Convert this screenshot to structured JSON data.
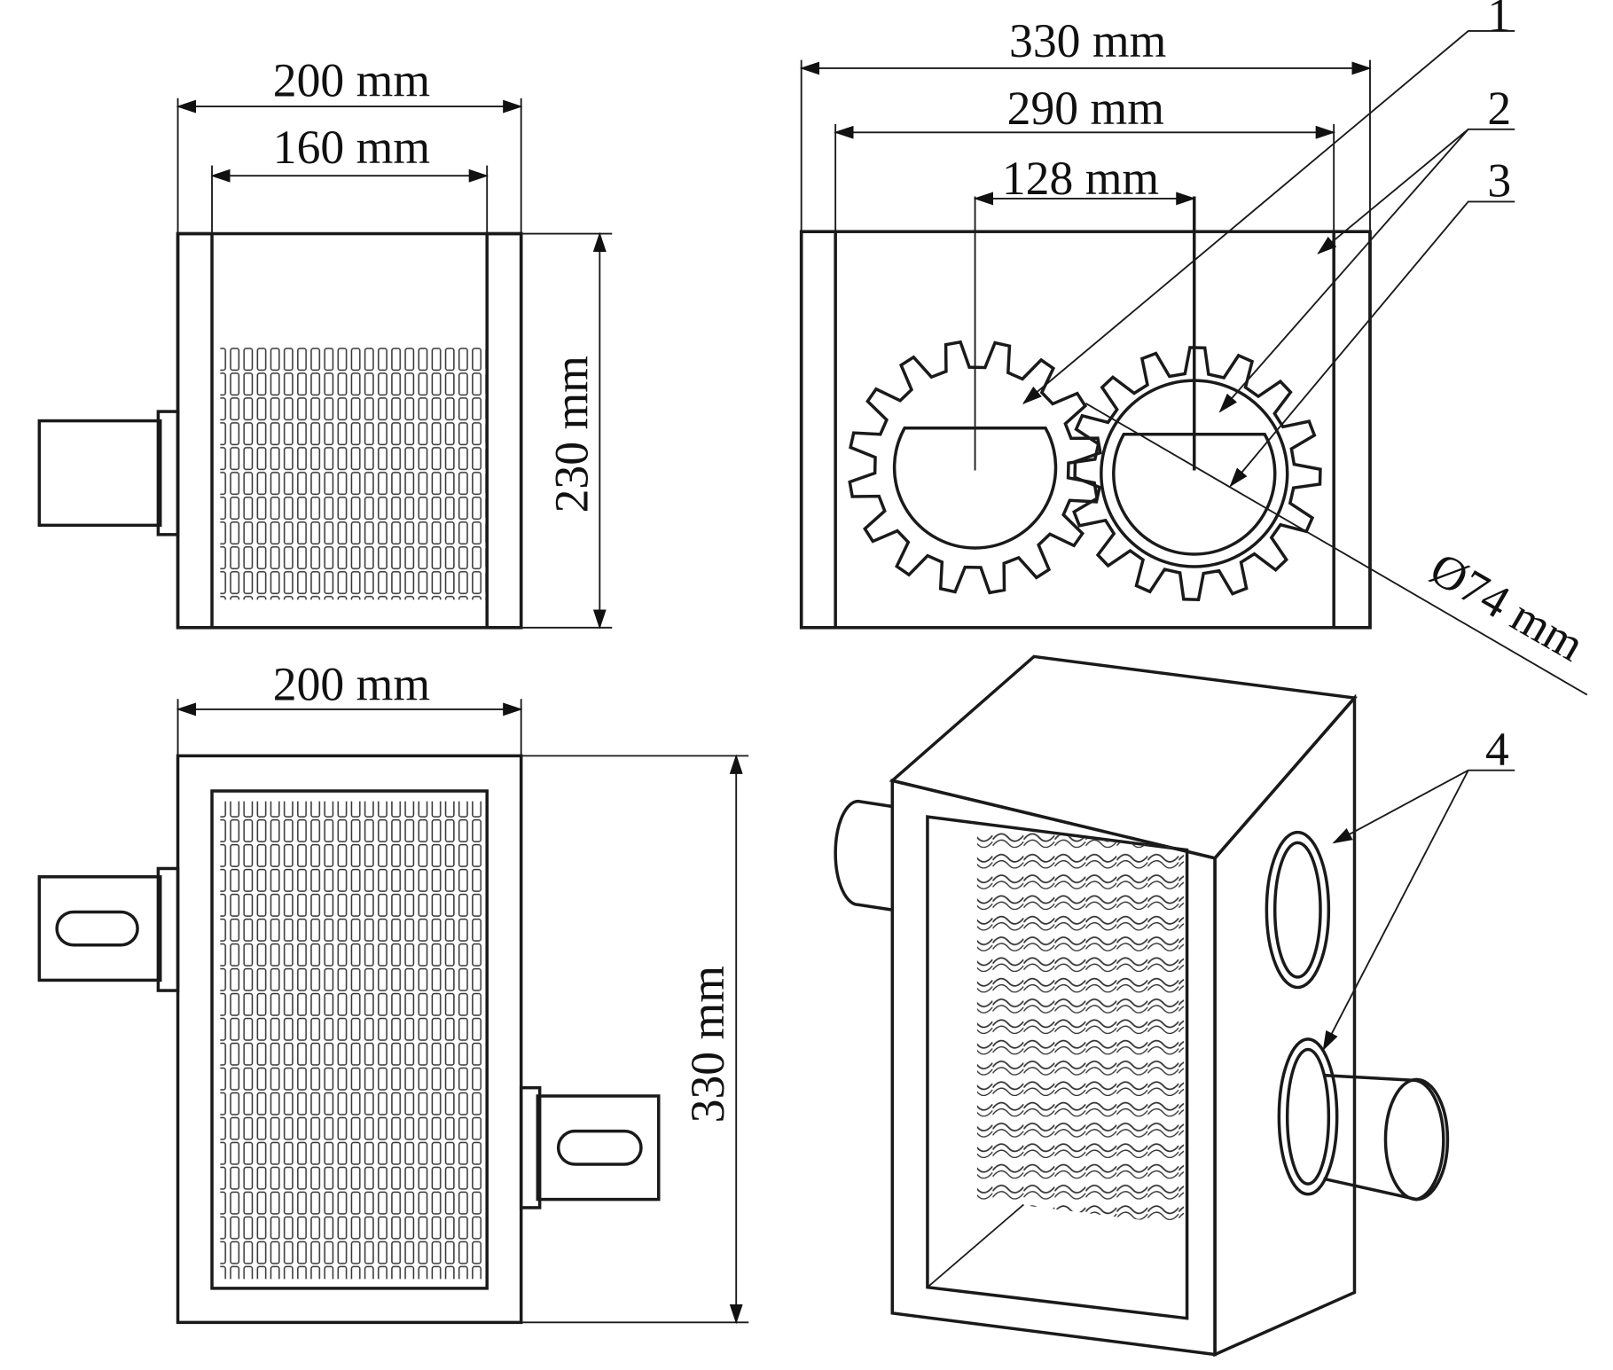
{
  "front_view": {
    "width_outer": "200 mm",
    "width_inner": "160 mm",
    "height": "230 mm"
  },
  "section_view": {
    "width_outer": "330 mm",
    "width_inner": "290 mm",
    "shaft_distance": "128 mm",
    "diameter": "Ø74 mm",
    "callouts": [
      "1",
      "2",
      "3"
    ]
  },
  "top_view": {
    "width": "200 mm",
    "length": "330 mm"
  },
  "iso_view": {
    "callout": "4"
  }
}
